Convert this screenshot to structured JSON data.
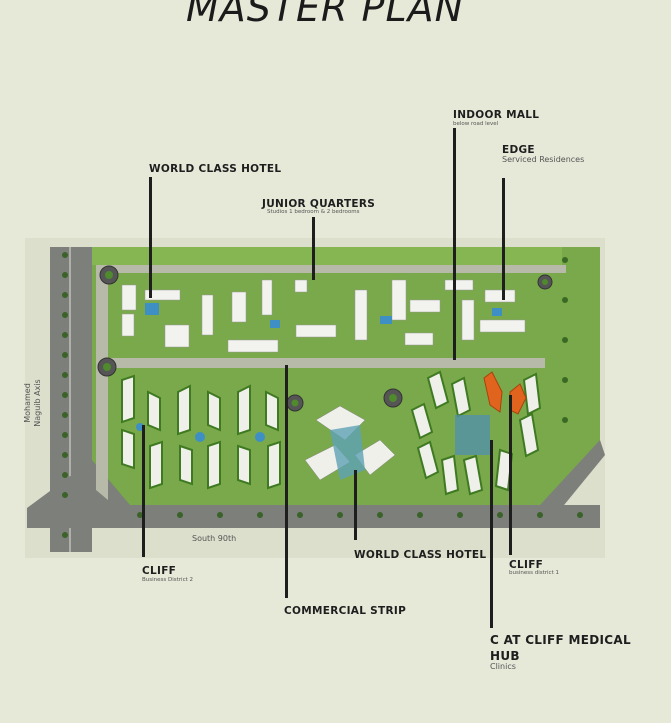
{
  "title": "MASTER PLAN",
  "labels": {
    "indoor_mall": {
      "title": "INDOOR MALL",
      "subtitle": "below road level"
    },
    "edge": {
      "title": "EDGE",
      "subtitle": "Serviced Residences"
    },
    "hotel_top": {
      "title": "WORLD CLASS HOTEL"
    },
    "junior": {
      "title": "JUNIOR QUARTERS",
      "subtitle": "Studios 1 bedroom & 2 bedrooms"
    },
    "cliff_2": {
      "title": "CLIFF",
      "subtitle": "Business District 2"
    },
    "commercial": {
      "title": "COMMERCIAL STRIP"
    },
    "hotel_bottom": {
      "title": "WORLD CLASS HOTEL"
    },
    "cliff_1": {
      "title": "CLIFF",
      "subtitle": "business district 1"
    },
    "medical": {
      "title": "C AT CLIFF MEDICAL HUB",
      "subtitle": "Clinics"
    }
  },
  "roads": {
    "south": "South 90th",
    "axis_line1": "Mohamed",
    "axis_line2": "Naguib Axis"
  },
  "colors": {
    "background": "#e6e8d8",
    "grass": "#6fa33e",
    "road": "#7d7f7a",
    "building": "#f2f2ee",
    "highlight": "#e0641e",
    "water": "#3d8fc4"
  }
}
